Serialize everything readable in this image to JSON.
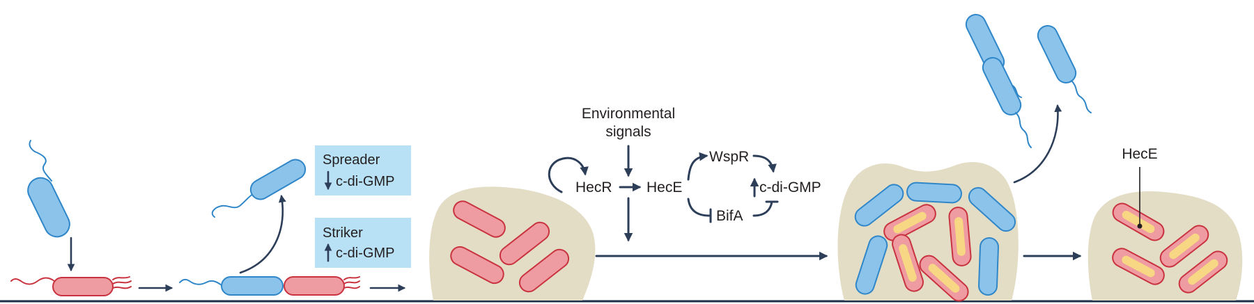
{
  "labels": {
    "spreader": "Spreader",
    "striker": "Striker",
    "cdigmp_spreader": "c-di-GMP",
    "cdigmp_striker": "c-di-GMP",
    "environmental_line1": "Environmental",
    "environmental_line2": "signals",
    "hecr": "HecR",
    "hece_pathway": "HecE",
    "wspr": "WspR",
    "cdigmp_pathway": "c-di-GMP",
    "bifa": "BifA",
    "hece_callout": "HecE"
  },
  "colors": {
    "spreader_cell": "#8cc3ea",
    "striker_cell": "#ee9ca1",
    "hece_expression": "#f7d783",
    "biofilm_matrix": "#e3ddc6",
    "arrows": "#2d3e59",
    "label_box": "#b9e1f6"
  },
  "icons": {
    "up_arrow": "up-arrow-icon",
    "down_arrow": "down-arrow-icon"
  }
}
